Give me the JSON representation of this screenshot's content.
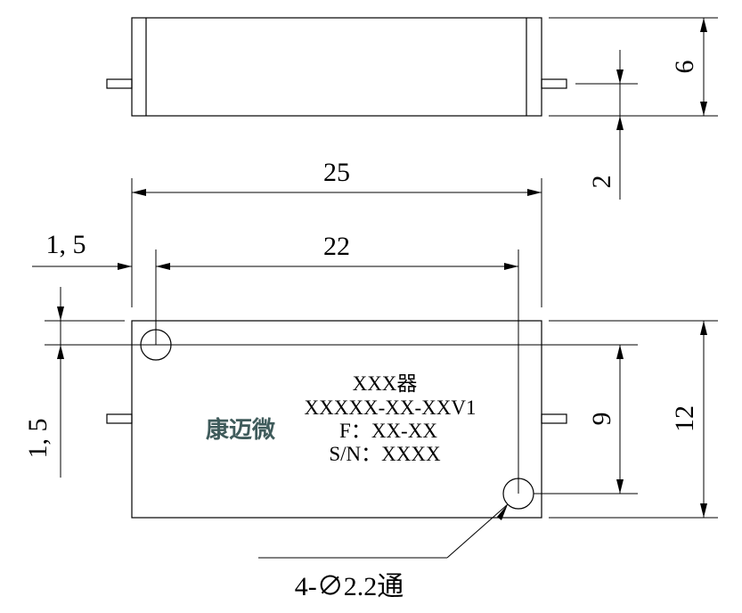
{
  "dimensions": {
    "height_top": "6",
    "pin_offset": "2",
    "length_total": "25",
    "hole_spacing": "22",
    "offset_x": "1, 5",
    "offset_y": "1, 5",
    "hole_spacing_y": "9",
    "width_total": "12"
  },
  "label": {
    "line1": "XXX器",
    "line2": "XXXXX-XX-XXV1",
    "line3": "F：XX-XX",
    "line4": "S/N：XXXX"
  },
  "logo": "康迈微",
  "hole_note": "4-∅2.2通"
}
